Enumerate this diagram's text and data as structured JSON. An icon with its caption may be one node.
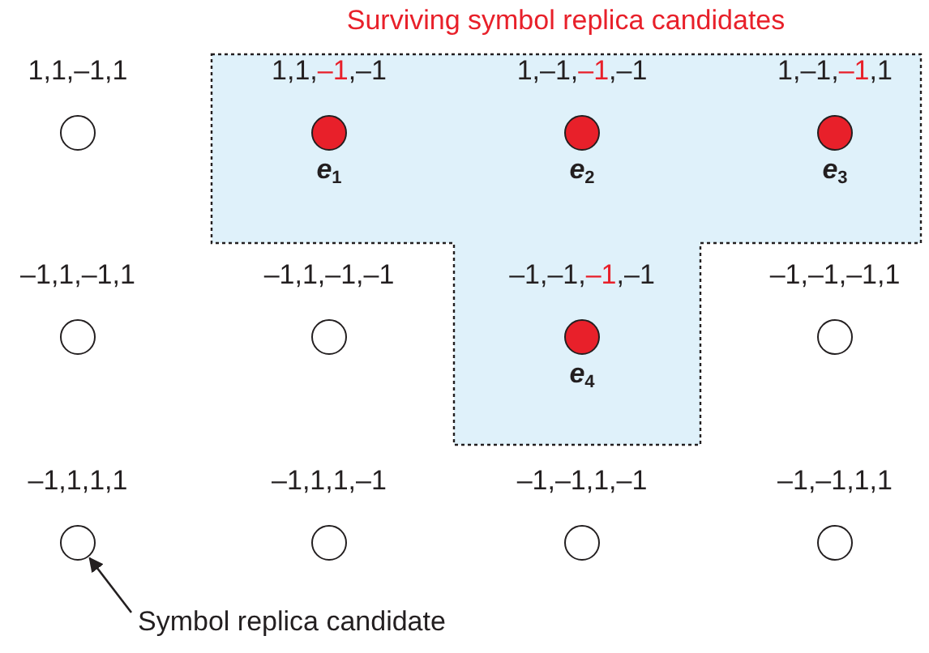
{
  "diagram": {
    "nodes": [
      {
        "text": [
          "Surviving symbol replica candidates"
        ]
      },
      {
        "text": [],
        "shape": "circle",
        "beside": [
          "1,1,–1,1"
        ]
      },
      {
        "text": [],
        "shape": "circle",
        "in": 0,
        "beside": [
          "1,1,**–1**,–1",
          "*e*$_{1}$"
        ]
      },
      {
        "text": [],
        "shape": "circle",
        "in": 0,
        "beside": [
          "1,–1,**–1**,–1",
          "*e*$_{2}$"
        ]
      },
      {
        "text": [],
        "shape": "circle",
        "in": 0,
        "beside": [
          "1,–1,**–1**,1",
          "*e*$_{3}$"
        ]
      },
      {
        "text": [],
        "shape": "circle",
        "beside": [
          "–1,1,–1,1"
        ]
      },
      {
        "text": [],
        "shape": "circle",
        "beside": [
          "–1,1,–1,–1"
        ]
      },
      {
        "text": [],
        "shape": "circle",
        "in": 0,
        "beside": [
          "–1,–1,**–1**,–1",
          "*e*$_{4}$"
        ]
      },
      {
        "text": [],
        "shape": "circle",
        "beside": [
          "–1,–1,–1,1"
        ]
      },
      {
        "text": [],
        "shape": "circle",
        "beside": [
          "–1,1,1,1"
        ]
      },
      {
        "text": [],
        "shape": "circle",
        "beside": [
          "–1,1,1,–1"
        ]
      },
      {
        "text": [],
        "shape": "circle",
        "beside": [
          "–1,–1,1,–1"
        ]
      },
      {
        "text": [],
        "shape": "circle",
        "beside": [
          "–1,–1,1,1"
        ]
      },
      {
        "text": [
          "Symbol replica candidate"
        ]
      }
    ],
    "edges": [
      {
        "from": 13,
        "to": 9,
        "arrow": "to"
      }
    ]
  }
}
